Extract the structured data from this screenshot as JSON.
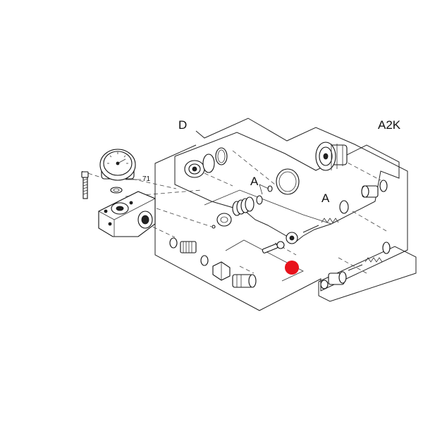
{
  "labels": {
    "group_d": "D",
    "model": "A2K",
    "group_a_upper": "A",
    "group_a_lower": "A",
    "part_71": "71"
  },
  "colors": {
    "line": "#222222",
    "highlight": "#e8121b",
    "background": "#ffffff"
  }
}
